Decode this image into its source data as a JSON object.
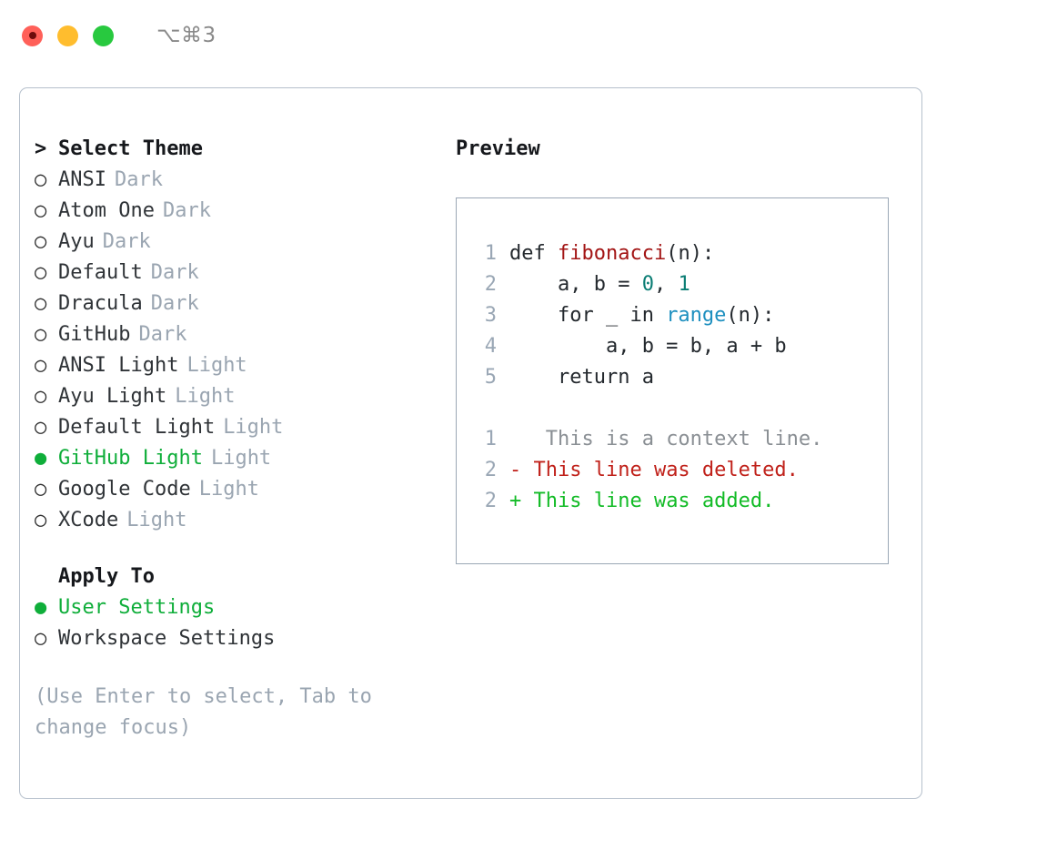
{
  "titlebar": {
    "shortcut": "⌥⌘3",
    "lights": [
      "close",
      "minimize",
      "maximize"
    ]
  },
  "left": {
    "header": {
      "marker": "&gt;",
      "label": "Select Theme"
    },
    "themes": [
      {
        "marker": "○",
        "label": "ANSI",
        "tag": "Dark",
        "selected": false
      },
      {
        "marker": "○",
        "label": "Atom One",
        "tag": "Dark",
        "selected": false
      },
      {
        "marker": "○",
        "label": "Ayu",
        "tag": "Dark",
        "selected": false
      },
      {
        "marker": "○",
        "label": "Default",
        "tag": "Dark",
        "selected": false
      },
      {
        "marker": "○",
        "label": "Dracula",
        "tag": "Dark",
        "selected": false
      },
      {
        "marker": "○",
        "label": "GitHub",
        "tag": "Dark",
        "selected": false
      },
      {
        "marker": "○",
        "label": "ANSI Light",
        "tag": "Light",
        "selected": false
      },
      {
        "marker": "○",
        "label": "Ayu Light",
        "tag": "Light",
        "selected": false
      },
      {
        "marker": "○",
        "label": "Default Light",
        "tag": "Light",
        "selected": false
      },
      {
        "marker": "●",
        "label": "GitHub Light",
        "tag": "Light",
        "selected": true
      },
      {
        "marker": "○",
        "label": "Google Code",
        "tag": "Light",
        "selected": false
      },
      {
        "marker": "○",
        "label": "XCode",
        "tag": "Light",
        "selected": false
      }
    ],
    "apply_to": {
      "header": "Apply To",
      "options": [
        {
          "marker": "●",
          "label": "User Settings",
          "selected": true
        },
        {
          "marker": "○",
          "label": "Workspace Settings",
          "selected": false
        }
      ]
    },
    "hint": "(Use Enter to select, Tab to change focus)"
  },
  "right": {
    "preview_title": "Preview",
    "code": [
      {
        "no": "1",
        "parts": [
          {
            "t": "def ",
            "c": "plain"
          },
          {
            "t": "fibonacci",
            "c": "fn"
          },
          {
            "t": "(n):",
            "c": "plain"
          }
        ]
      },
      {
        "no": "2",
        "parts": [
          {
            "t": "    a, b = ",
            "c": "plain"
          },
          {
            "t": "0",
            "c": "num"
          },
          {
            "t": ", ",
            "c": "plain"
          },
          {
            "t": "1",
            "c": "num"
          }
        ]
      },
      {
        "no": "3",
        "parts": [
          {
            "t": "    for _ in ",
            "c": "plain"
          },
          {
            "t": "range",
            "c": "call"
          },
          {
            "t": "(n):",
            "c": "plain"
          }
        ]
      },
      {
        "no": "4",
        "parts": [
          {
            "t": "        a, b = b, a + b",
            "c": "plain"
          }
        ]
      },
      {
        "no": "5",
        "parts": [
          {
            "t": "    return a",
            "c": "plain"
          }
        ]
      }
    ],
    "diff": [
      {
        "no": "1",
        "sign": " ",
        "text": "  This is a context line.",
        "kind": "ctx"
      },
      {
        "no": "2",
        "sign": "-",
        "text": " This line was deleted.",
        "kind": "del"
      },
      {
        "no": "2",
        "sign": "+",
        "text": " This line was added.",
        "kind": "add"
      }
    ]
  },
  "colors": {
    "accent_green": "#0fae3a",
    "muted": "#9aa5b1",
    "border": "#b6c0cc",
    "preview_border": "#9aa7b5",
    "fn_red": "#a31515",
    "num_teal": "#0b7d74",
    "call_blue": "#1d8fbf",
    "diff_del": "#c0211a",
    "diff_add": "#12bb26"
  }
}
